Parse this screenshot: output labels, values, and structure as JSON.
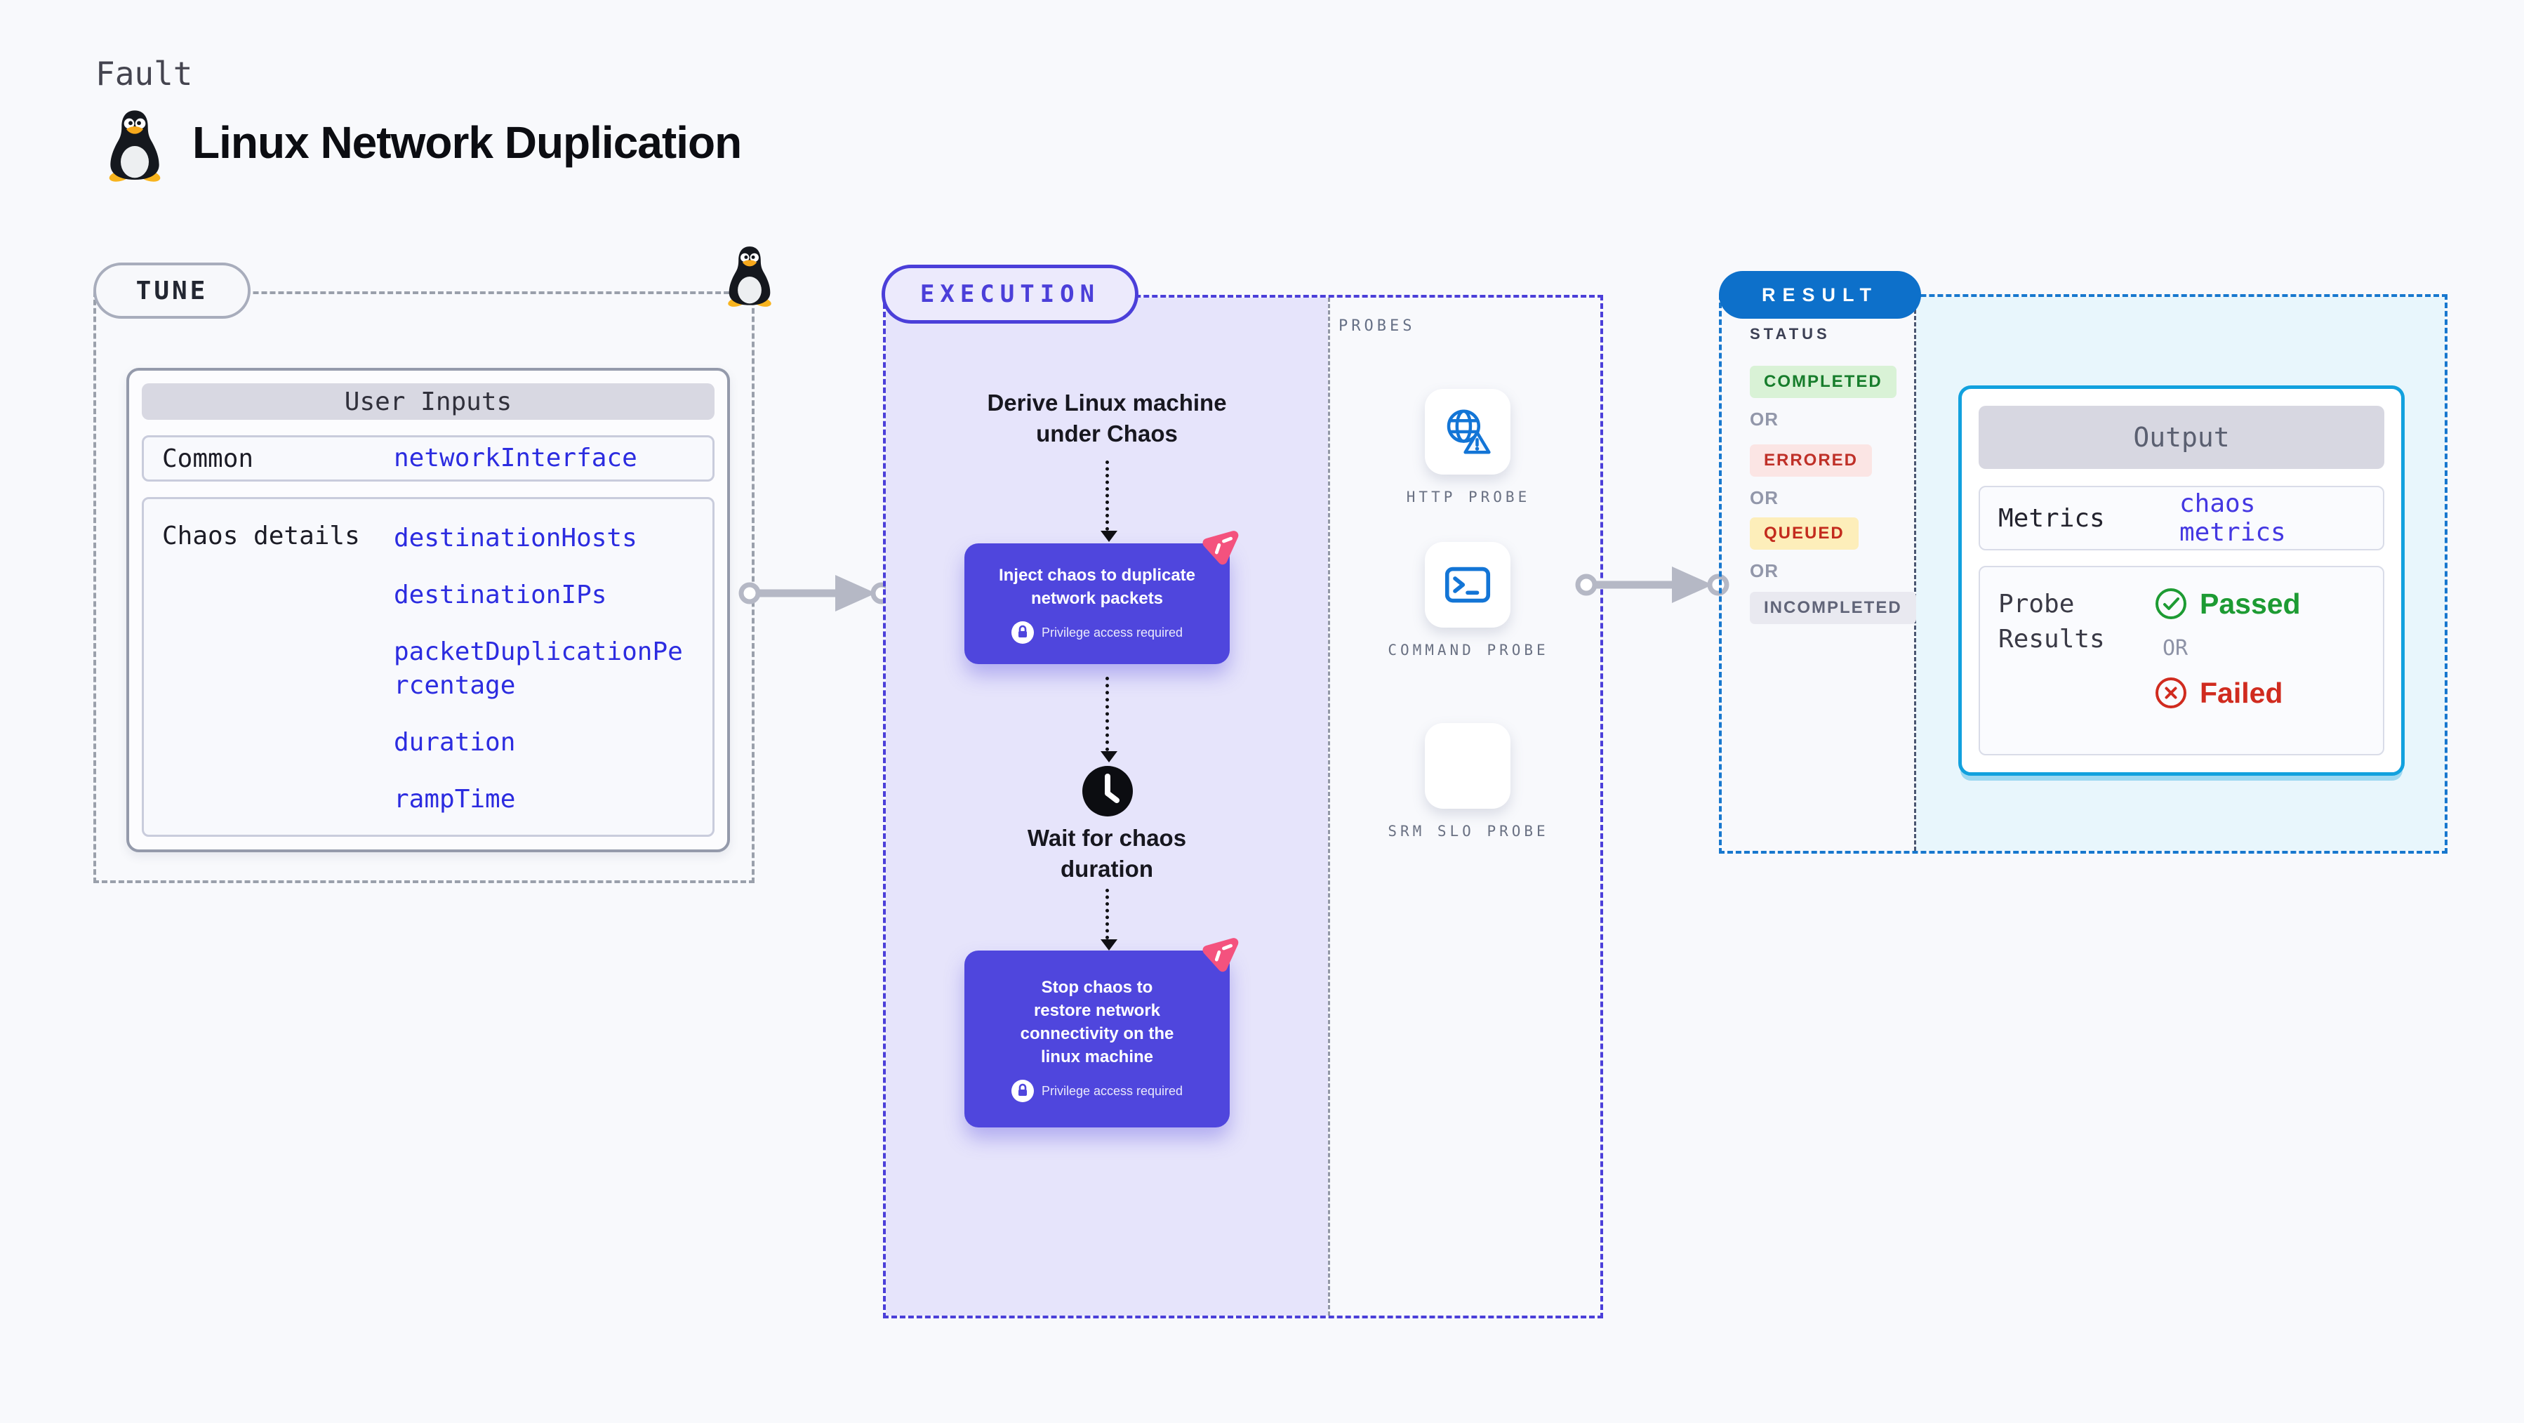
{
  "header": {
    "eyebrow": "Fault",
    "title": "Linux Network Duplication"
  },
  "tune": {
    "badge": "TUNE",
    "user_inputs": {
      "title": "User Inputs",
      "rows": [
        {
          "label": "Common",
          "values": [
            "networkInterface"
          ]
        },
        {
          "label": "Chaos details",
          "values": [
            "destinationHosts",
            "destinationIPs",
            "packetDuplicationPercentage",
            "duration",
            "rampTime"
          ]
        }
      ]
    }
  },
  "execution": {
    "badge": "EXECUTION",
    "derive_label": "Derive Linux machine under Chaos",
    "inject_label": "Inject chaos to duplicate network packets",
    "privilege_label": "Privilege access required",
    "wait_label": "Wait for chaos duration",
    "stop_label": "Stop chaos to restore network connectivity on the linux machine",
    "probes": {
      "title": "PROBES",
      "items": [
        "HTTP PROBE",
        "COMMAND PROBE",
        "SRM SLO PROBE"
      ]
    }
  },
  "result": {
    "badge": "RESULT",
    "status": {
      "title": "STATUS",
      "separator": "OR",
      "chips": [
        {
          "label": "COMPLETED"
        },
        {
          "label": "ERRORED"
        },
        {
          "label": "QUEUED"
        },
        {
          "label": "INCOMPLETED"
        }
      ]
    },
    "output": {
      "title": "Output",
      "metrics_label": "Metrics",
      "metrics_value": "chaos metrics",
      "probe_results_label": "Probe Results",
      "passed": "Passed",
      "or": "OR",
      "failed": "Failed"
    }
  },
  "colors": {
    "page_bg": "#f8f9fc",
    "tune_dash": "#9aa0ab",
    "execution_indigo": "#4b3fd9",
    "execution_flow_bg": "#e6e4fb",
    "node_indigo": "#4f46dd",
    "chaos_pink": "#f4527e",
    "probe_blue": "#1375d6",
    "srm_purple": "#7a3bf0",
    "result_badge_blue": "#0d70ca",
    "result_dash_blue": "#1878ce",
    "output_border_cyan": "#12a1de",
    "output_bg_cyan": "#e8f6fc",
    "value_blue": "#2c2ce0",
    "completed_green": "#177d2c",
    "errored_red": "#bf3028",
    "queued_amber_bg": "#fdeeba",
    "passed_green": "#1d9b33",
    "failed_red": "#d02b1f"
  }
}
